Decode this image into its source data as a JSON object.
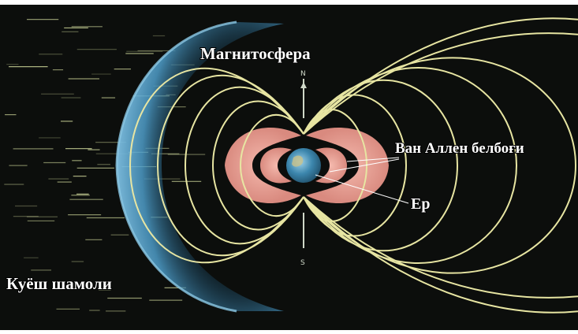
{
  "diagram": {
    "labels": {
      "magnetosphere": "Магнитосфера",
      "van_allen_belt": "Ван Аллен белбоғи",
      "earth": "Ер",
      "solar_wind": "Куёш шамоли",
      "north_pole": "N",
      "south_pole": "S"
    },
    "colors": {
      "space": "#0c0e0c",
      "field_lines": "#e7e5a2",
      "radiation_belt": "#e7998f",
      "bow_shock": "#5aa6cc",
      "earth": "#3a7fa8",
      "solar_wind_streaks": "#d7e0a0"
    }
  }
}
